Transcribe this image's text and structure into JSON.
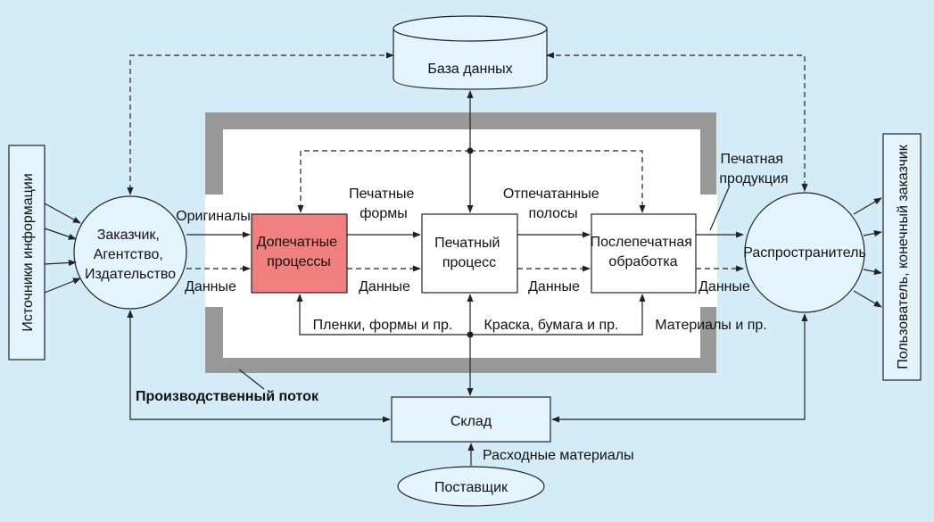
{
  "nodes": {
    "sources": "Источники информации",
    "customer": [
      "Заказчик,",
      "Агентство,",
      "Издательство"
    ],
    "database": "База данных",
    "prepress": [
      "Допечатные",
      "процессы"
    ],
    "printing": [
      "Печатный",
      "процесс"
    ],
    "postpress": [
      "Послепечатная",
      "обработка"
    ],
    "distributor": "Распространитель",
    "end_user": "Пользователь, конечный заказчик",
    "warehouse": "Склад",
    "supplier": "Поставщик"
  },
  "labels": {
    "originals": "Оригиналы",
    "data": "Данные",
    "printing_forms": [
      "Печатные",
      "формы"
    ],
    "printed_sheets": [
      "Отпечатанные",
      "полосы"
    ],
    "printed_products": [
      "Печатная",
      "продукция"
    ],
    "films_forms": "Пленки, формы и пр.",
    "ink_paper": "Краска, бумага и пр.",
    "materials": "Материалы и пр.",
    "production_flow": "Производственный поток",
    "consumables": "Расходные материалы"
  },
  "colors": {
    "background": "#d4ecf8",
    "node_fill": "#e4f4fc",
    "prepress_fill": "#f08080",
    "frame": "#999999"
  }
}
